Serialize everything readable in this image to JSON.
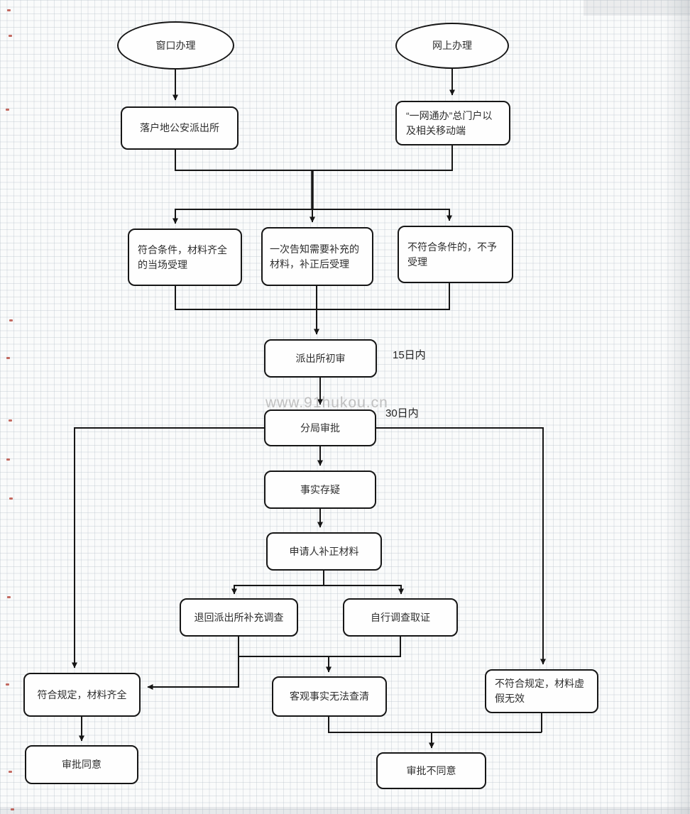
{
  "diagram": {
    "watermark": "www.91hukou.cn",
    "annotations": {
      "initial_review_days": "15日内",
      "bureau_approval_days": "30日内"
    },
    "nodes": {
      "window": "窗口办理",
      "online": "网上办理",
      "police_station": "落户地公安派出所",
      "portal": "“一网通办”总门户以及相关移动端",
      "accept_onsite": "符合条件，材料齐全的当场受理",
      "notify_supplement": "一次告知需要补充的材料，补正后受理",
      "not_accept": "不符合条件的，不予受理",
      "initial_review": "派出所初审",
      "bureau_approval": "分局审批",
      "fact_doubt": "事实存疑",
      "applicant_supplement": "申请人补正材料",
      "return_investigation": "退回派出所补充调查",
      "self_investigation": "自行调查取证",
      "comply": "符合规定，材料齐全",
      "fact_unclear": "客观事实无法查清",
      "noncomply": "不符合规定，材料虚假无效",
      "approve": "审批同意",
      "disapprove": "审批不同意"
    }
  }
}
